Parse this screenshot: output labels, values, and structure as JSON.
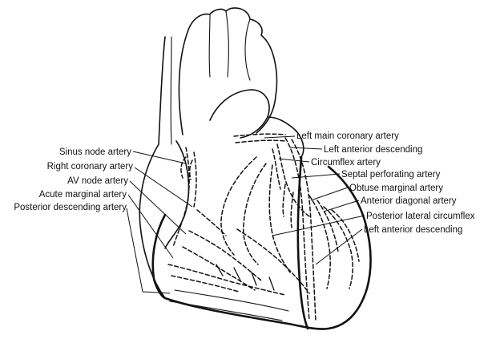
{
  "diagram": {
    "labels_left": [
      {
        "key": "sinus",
        "text": "Sinus node artery"
      },
      {
        "key": "rca",
        "text": "Right coronary artery"
      },
      {
        "key": "avnode",
        "text": "AV node artery"
      },
      {
        "key": "acute",
        "text": "Acute marginal artery"
      },
      {
        "key": "pda",
        "text": "Posterior descending artery"
      }
    ],
    "labels_right": [
      {
        "key": "lmca",
        "text": "Left main coronary artery"
      },
      {
        "key": "lad1",
        "text": "Left anterior descending"
      },
      {
        "key": "circ",
        "text": "Circumflex artery"
      },
      {
        "key": "septal",
        "text": "Septal perforating artery"
      },
      {
        "key": "obtuse",
        "text": "Obtuse marginal artery"
      },
      {
        "key": "diag",
        "text": "Anterior diagonal artery"
      },
      {
        "key": "plc",
        "text": "Posterior lateral circumflex"
      },
      {
        "key": "lad2",
        "text": "Left anterior descending"
      }
    ]
  }
}
